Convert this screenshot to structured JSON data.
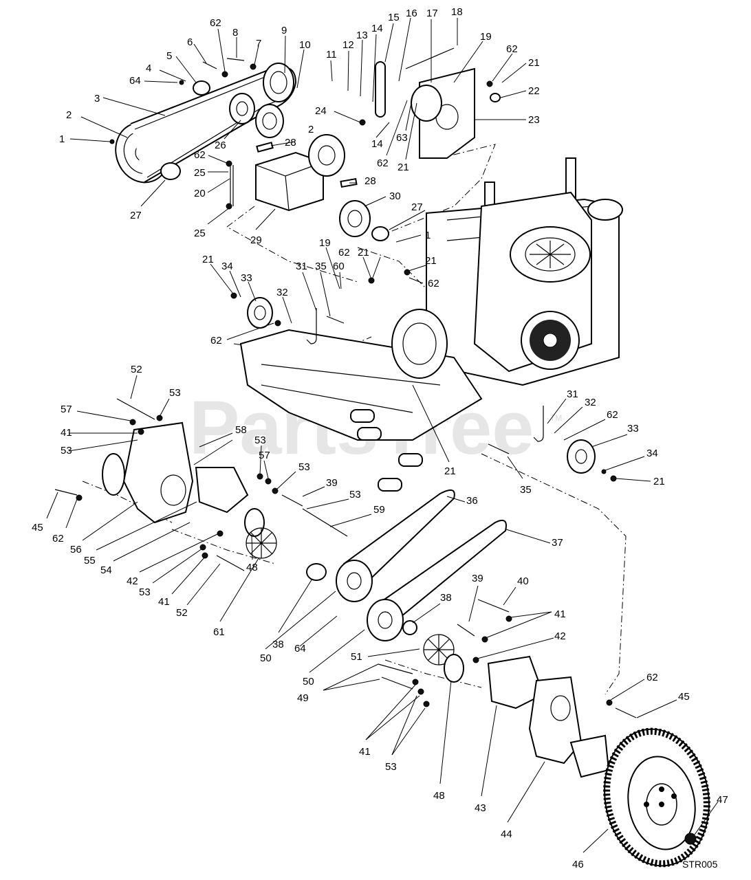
{
  "watermark": "PartsTree",
  "watermark_tm": "TM",
  "diagram_code": "STR005",
  "callouts": {
    "c1a": "1",
    "c2a": "2",
    "c2b": "2",
    "c3": "3",
    "c4": "4",
    "c5": "5",
    "c6": "6",
    "c62a": "62",
    "c8": "8",
    "c7": "7",
    "c9": "9",
    "c10": "10",
    "c64a": "64",
    "c11": "11",
    "c12": "12",
    "c13": "13",
    "c14a": "14",
    "c15": "15",
    "c16": "16",
    "c17": "17",
    "c18": "18",
    "c19a": "19",
    "c62b": "62",
    "c21a": "21",
    "c22": "22",
    "c23": "23",
    "c24": "24",
    "c14b": "14",
    "c63": "63",
    "c62c": "62",
    "c21b": "21",
    "c26": "26",
    "c28a": "28",
    "c62d": "62",
    "c25a": "25",
    "c20": "20",
    "c27a": "27",
    "c25b": "25",
    "c28b": "28",
    "c29": "29",
    "c30": "30",
    "c27b": "27",
    "c1b": "1",
    "c19b": "19",
    "c62e": "62",
    "c21c": "21",
    "c21d": "21",
    "c62f": "62",
    "c21e": "21",
    "c34a": "34",
    "c33a": "33",
    "c31a": "31",
    "c35a": "35",
    "c60": "60",
    "c32a": "32",
    "c62g": "62",
    "c52a": "52",
    "c53a": "53",
    "c57a": "57",
    "c41a": "41",
    "c53b": "53",
    "c58": "58",
    "c53c": "53",
    "c57b": "57",
    "c53d": "53",
    "c39a": "39",
    "c53e": "53",
    "c59": "59",
    "c21f": "21",
    "c31b": "31",
    "c32b": "32",
    "c62h": "62",
    "c33b": "33",
    "c34b": "34",
    "c35b": "35",
    "c21g": "21",
    "c36": "36",
    "c37": "37",
    "c45a": "45",
    "c62i": "62",
    "c56": "56",
    "c55": "55",
    "c54": "54",
    "c42a": "42",
    "c53f": "53",
    "c41b": "41",
    "c52b": "52",
    "c48a": "48",
    "c61": "61",
    "c38a": "38",
    "c50a": "50",
    "c64b": "64",
    "c50b": "50",
    "c38b": "38",
    "c39b": "39",
    "c40": "40",
    "c41c": "41",
    "c42b": "42",
    "c51": "51",
    "c49": "49",
    "c41d": "41",
    "c53g": "53",
    "c48b": "48",
    "c43": "43",
    "c44": "44",
    "c62j": "62",
    "c45b": "45",
    "c46": "46",
    "c47": "47"
  },
  "colors": {
    "line": "#000000",
    "background": "#ffffff",
    "watermark": "#e6e6e6"
  }
}
